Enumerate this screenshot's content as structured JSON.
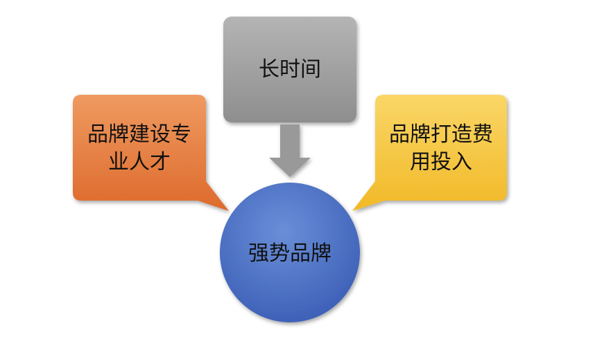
{
  "diagram": {
    "center": {
      "label": "强势品牌",
      "color": "#4a6fc4"
    },
    "top": {
      "label": "长时间",
      "color": "#a6a6a6"
    },
    "left": {
      "label_lines": [
        "品牌建设专",
        "业人才"
      ],
      "color": "#e9793a"
    },
    "right": {
      "label_lines": [
        "品牌打造费",
        "用投入"
      ],
      "color": "#f6c640"
    }
  }
}
